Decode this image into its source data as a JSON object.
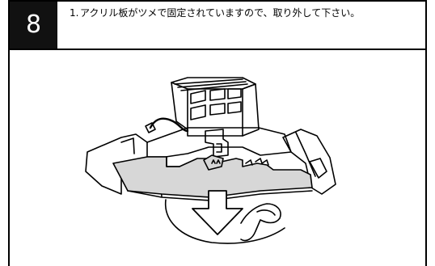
{
  "step": {
    "number": "8"
  },
  "instruction": {
    "index": "1.",
    "text": "アクリル板がツメで固定されていますので、取り外して下さい。"
  }
}
